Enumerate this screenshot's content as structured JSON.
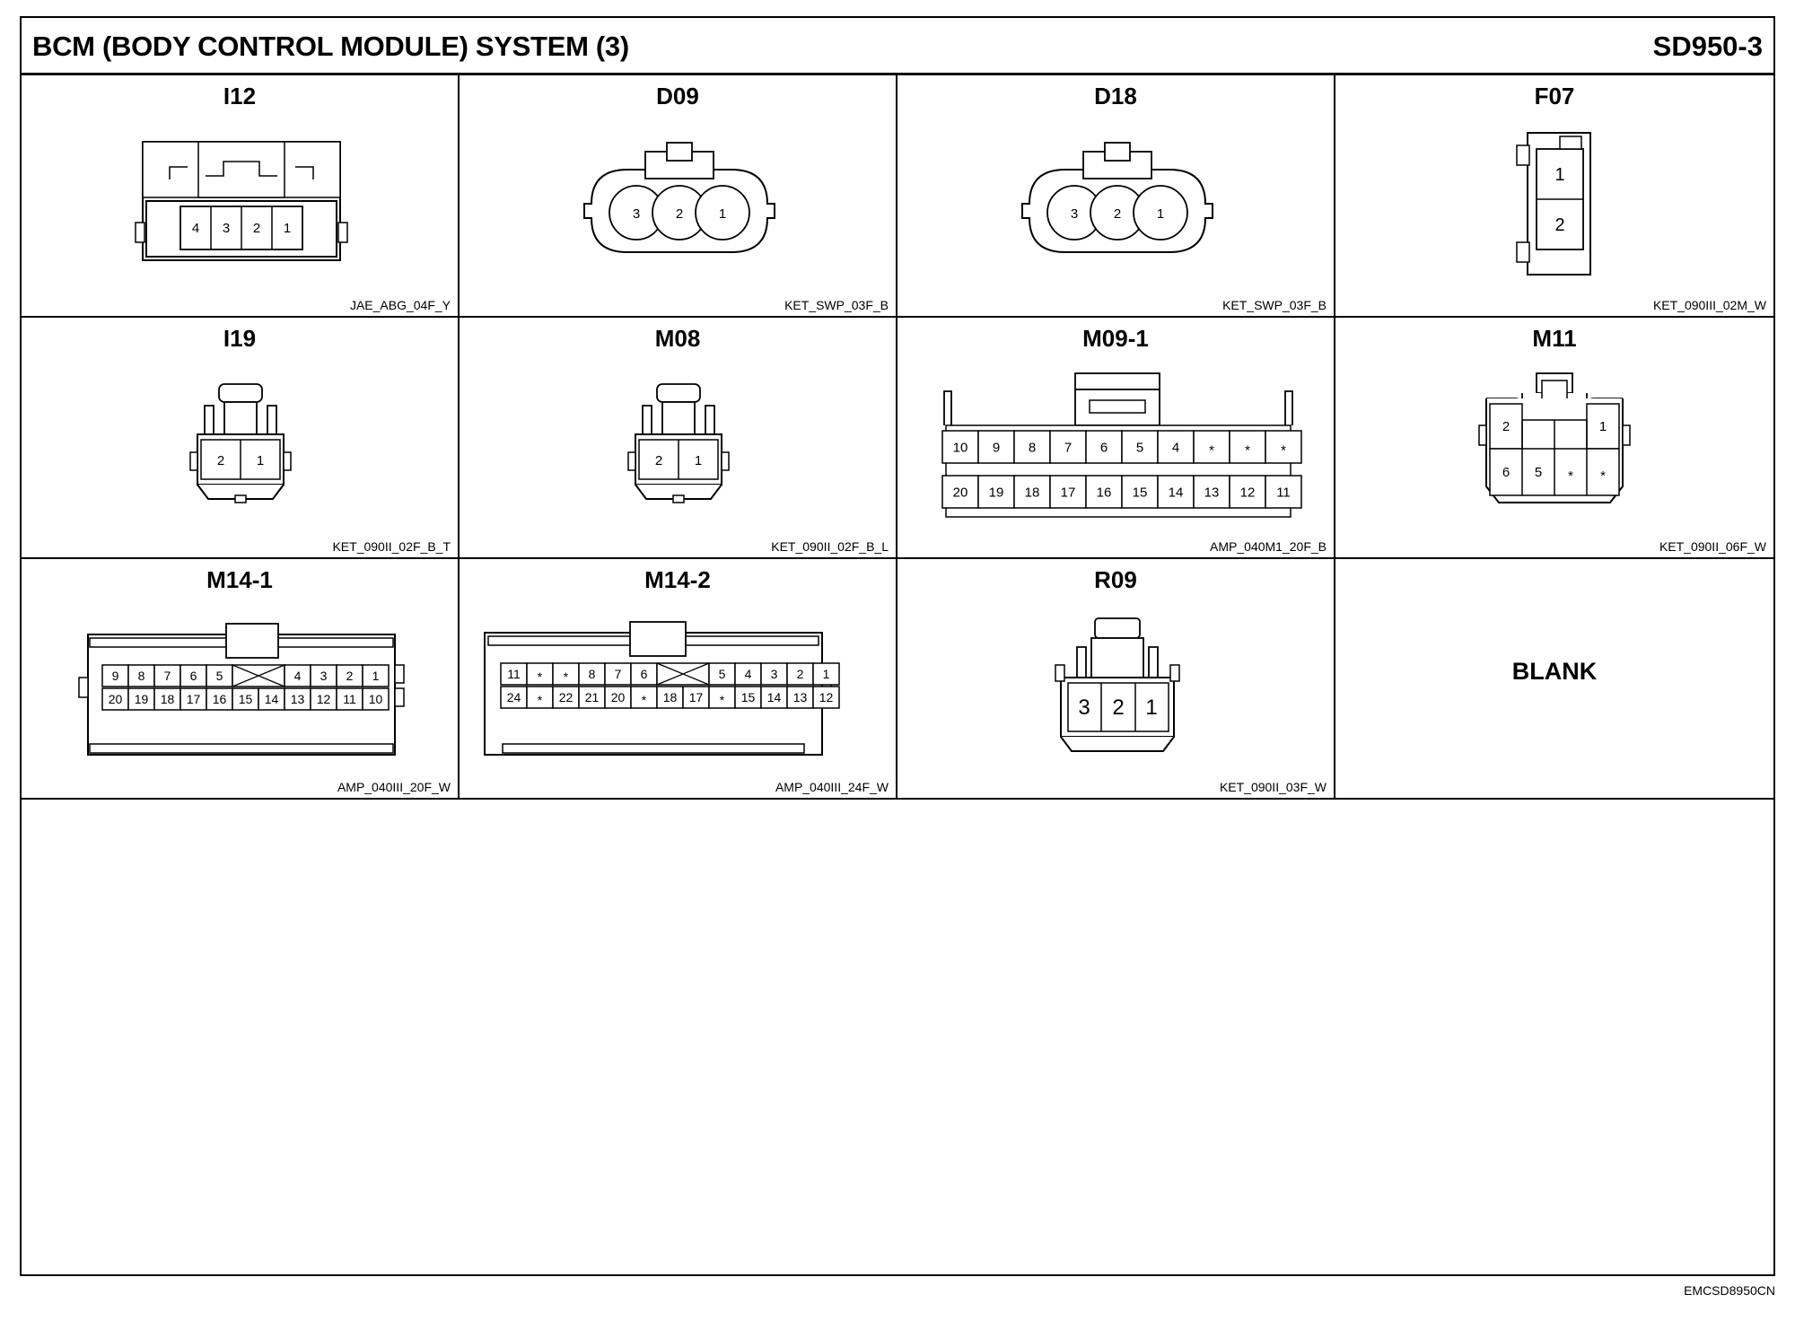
{
  "header": {
    "title": "BCM (BODY CONTROL MODULE) SYSTEM (3)",
    "code": "SD950-3"
  },
  "connectors": [
    {
      "id": "I12",
      "part": "JAE_ABG_04F_Y",
      "pins": [
        "4",
        "3",
        "2",
        "1"
      ]
    },
    {
      "id": "D09",
      "part": "KET_SWP_03F_B",
      "pins": [
        "3",
        "2",
        "1"
      ]
    },
    {
      "id": "D18",
      "part": "KET_SWP_03F_B",
      "pins": [
        "3",
        "2",
        "1"
      ]
    },
    {
      "id": "F07",
      "part": "KET_090III_02M_W",
      "pins": [
        "1",
        "2"
      ]
    },
    {
      "id": "I19",
      "part": "KET_090II_02F_B_T",
      "pins": [
        "2",
        "1"
      ]
    },
    {
      "id": "M08",
      "part": "KET_090II_02F_B_L",
      "pins": [
        "2",
        "1"
      ]
    },
    {
      "id": "M09-1",
      "part": "AMP_040M1_20F_B",
      "rows": [
        [
          "10",
          "9",
          "8",
          "7",
          "6",
          "5",
          "4",
          "*",
          "*",
          "*"
        ],
        [
          "20",
          "19",
          "18",
          "17",
          "16",
          "15",
          "14",
          "13",
          "12",
          "11"
        ]
      ]
    },
    {
      "id": "M11",
      "part": "KET_090II_06F_W",
      "rows": [
        [
          "2",
          "1"
        ],
        [
          "6",
          "5",
          "*",
          "*"
        ]
      ]
    },
    {
      "id": "M14-1",
      "part": "AMP_040III_20F_W",
      "rows": [
        [
          "9",
          "8",
          "7",
          "6",
          "5",
          "",
          "4",
          "3",
          "2",
          "1"
        ],
        [
          "20",
          "19",
          "18",
          "17",
          "16",
          "15",
          "14",
          "13",
          "12",
          "11",
          "10"
        ]
      ]
    },
    {
      "id": "M14-2",
      "part": "AMP_040III_24F_W",
      "rows": [
        [
          "11",
          "*",
          "*",
          "8",
          "7",
          "6",
          "",
          "5",
          "4",
          "3",
          "2",
          "1"
        ],
        [
          "24",
          "*",
          "22",
          "21",
          "20",
          "*",
          "18",
          "17",
          "*",
          "15",
          "14",
          "13",
          "12"
        ]
      ]
    },
    {
      "id": "R09",
      "part": "KET_090II_03F_W",
      "pins": [
        "3",
        "2",
        "1"
      ]
    }
  ],
  "blank_label": "BLANK",
  "footer": {
    "figure_ref": "EMCSD8950CN"
  }
}
